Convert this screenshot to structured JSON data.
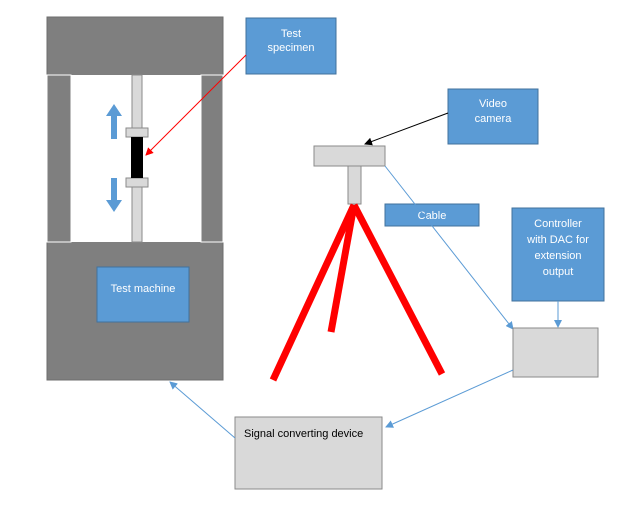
{
  "labels": {
    "test_specimen_line1": "Test",
    "test_specimen_line2": "specimen",
    "video_camera_line1": "Video",
    "video_camera_line2": "camera",
    "cable": "Cable",
    "controller_line1": "Controller",
    "controller_line2": "with DAC for",
    "controller_line3": "extension",
    "controller_line4": "output",
    "test_machine": "Test machine",
    "signal_converting_device": "Signal converting device"
  },
  "colors": {
    "machine_frame": "#7f7f7f",
    "label_box": "#5b9bd5",
    "label_box_border": "#41719c",
    "device_box": "#d9d9d9",
    "tripod": "#ff0000",
    "specimen": "#000000",
    "motion_arrow": "#5b9bd5",
    "pointer_specimen": "#ff0000",
    "pointer_camera": "#000000",
    "connector": "#5b9bd5"
  },
  "icons": {
    "motion_up": "arrow-up-icon",
    "motion_down": "arrow-down-icon"
  }
}
